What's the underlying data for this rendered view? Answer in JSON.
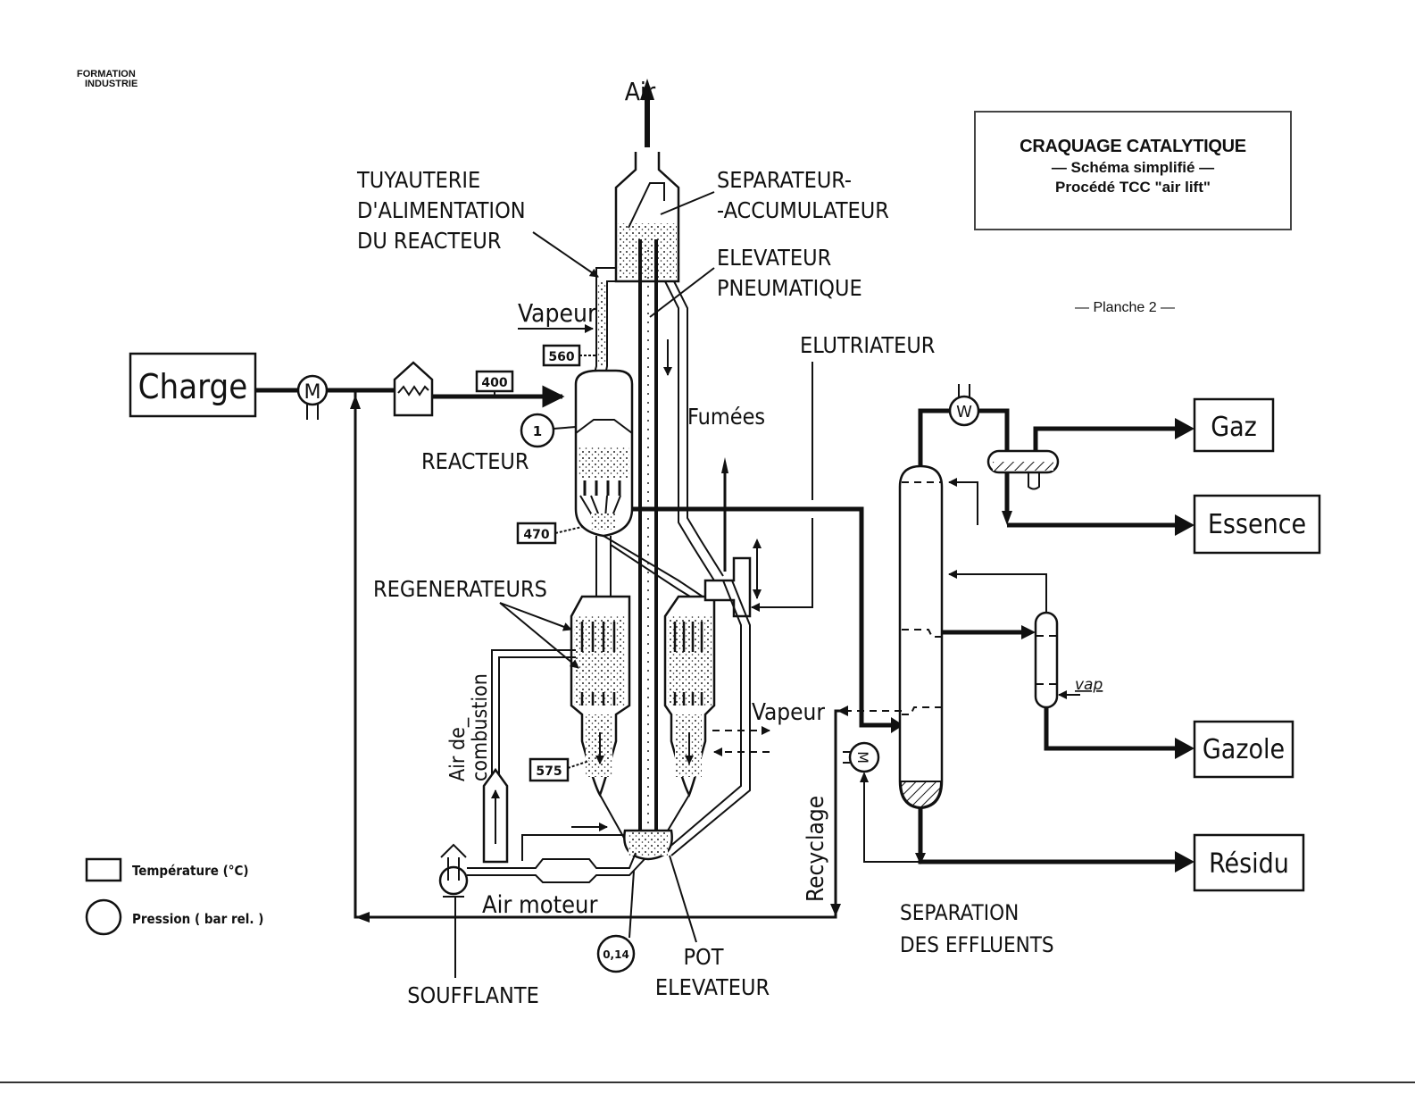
{
  "header": {
    "brand_line1": "FORMATION",
    "brand_line2": "INDUSTRIE",
    "title": "CRAQUAGE CATALYTIQUE",
    "subtitle": "— Schéma simplifié —",
    "process": "Procédé TCC \"air lift\"",
    "sheet": "— Planche 2 —"
  },
  "labels": {
    "air_out": "Air",
    "feed_pipe_1": "TUYAUTERIE",
    "feed_pipe_2": "D'ALIMENTATION",
    "feed_pipe_3": "DU REACTEUR",
    "separator_1": "SEPARATEUR-",
    "separator_2": "-ACCUMULATEUR",
    "lift_1": "ELEVATEUR",
    "lift_2": "PNEUMATIQUE",
    "elutriator": "ELUTRIATEUR",
    "steam_top": "Vapeur",
    "fumes": "Fumées",
    "reactor": "REACTEUR",
    "regenerators": "REGENERATEURS",
    "combustion_air_1": "Air de_",
    "combustion_air_2": "combustion",
    "steam_mid": "Vapeur",
    "recycle": "Recyclage",
    "motor_air": "Air moteur",
    "blower": "SOUFFLANTE",
    "lift_pot_1": "POT",
    "lift_pot_2": "ELEVATEUR",
    "separation_1": "SEPARATION",
    "separation_2": "DES EFFLUENTS",
    "vap": "vap",
    "pump_symbol": "M",
    "condenser_symbol": "W"
  },
  "streams": {
    "feed": "Charge",
    "products": [
      "Gaz",
      "Essence",
      "Gazole",
      "Résidu"
    ]
  },
  "temperatures_c": {
    "feed_heater_outlet": "400",
    "reactor_feed_pipe": "560",
    "reactor_bottom": "470",
    "regenerator": "575"
  },
  "pressures_bar_rel": {
    "reactor": "1",
    "lift_pot": "0,14"
  },
  "legend": {
    "temperature": "Température (°C)",
    "pressure": "Pression ( bar rel. )"
  }
}
